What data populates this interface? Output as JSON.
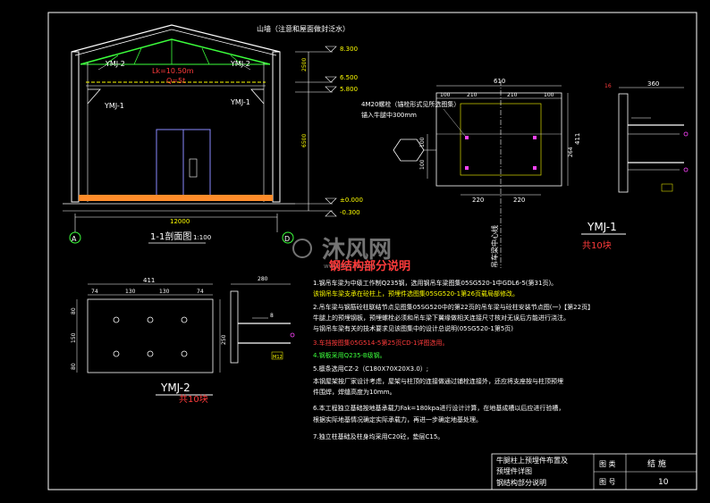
{
  "section_view": {
    "roof_note": "山墙（注意和屋面做封泛水）",
    "beam_left": "YMJ-2",
    "beam_right": "YMJ-2",
    "crane_span": "Lk=10.50m",
    "crane_load": "Q=5t",
    "bracket_left": "YMJ-1",
    "bracket_right": "YMJ-1",
    "elevations": [
      "8.300",
      "6.500",
      "5.800",
      "±0.000",
      "-0.300"
    ],
    "heights_vertical": [
      "2500",
      "6500"
    ],
    "span_dim": "12000",
    "axis_left": "A",
    "axis_right": "D",
    "title": "1-1剖面图",
    "scale": "1:100"
  },
  "ymj1": {
    "top_dim": "610",
    "sub_dims": [
      "100",
      "210",
      "210",
      "100"
    ],
    "bottom_dims": [
      "220",
      "220"
    ],
    "left_dims": [
      "100",
      "100"
    ],
    "side_dim": "264",
    "height_dim": "411",
    "bolt_note": "4M20螺栓（锚栓形式见所选图集）",
    "embed_note": "锚入牛腿中300mm",
    "vertical_label": "吊车梁中心线",
    "title": "YMJ-1",
    "count": "共10块",
    "right_top": "360",
    "right_side": "16"
  },
  "ymj2": {
    "top_dim": "411",
    "sub_dims": [
      "74",
      "130",
      "130",
      "74"
    ],
    "left_dims": [
      "80",
      "150",
      "80"
    ],
    "height_dim": "250",
    "right_top": "280",
    "right_mark": "8",
    "right_side": "M12",
    "title": "YMJ-2",
    "count": "共10块"
  },
  "watermark": {
    "text": "沐风网",
    "url": "www.mfcad.com"
  },
  "notes": {
    "title": "钢结构部分说明",
    "items": [
      "1.钢吊车梁为中级工作制Q235钢，选用钢吊车梁图集05SG520-1中GDL6-5(第31页)。",
      "  该钢吊车梁支承在砼柱上，预埋件选图集05SG520-1第26页载局部修改。",
      "2.吊车梁与钢筋砼柱联结节点见图集05SG520中的第22页的吊车梁与砼柱安装节点图(一)【第22页】",
      "  牛腿上的预埋钢板，预埋螺栓必须和吊车梁下翼缘做相关连接尺寸核对无误后方能进行浇注。",
      "  与钢吊车梁有关的技术要求见该图集中的设计总说明(05SG520-1第5页)",
      "3.车挡按图集05G514-5第25页CD-1详图选用。",
      "4.钢板采用Q235-B级钢。",
      "5.檩条选用CZ-2（C180X70X20X3.0）;",
      "  本钢屋架按厂家设计考虑，屋架与柱顶的连接做通过铺栓连接外，还应将支座按与柱顶预埋",
      "  件围焊，焊缝高度为10mm。",
      "6.本工程独立基础按地基承载力Fak=180kpa进行设计计算，在地基成槽以后应进行验槽，",
      "  根据实际地基情况确定实际承载力，再进一步确定地基处理。",
      "7.独立柱基础及柱身均采用C20砼，垫层C15。"
    ]
  },
  "title_block": {
    "drawing_name_1": "牛腿柱上预埋件布置及",
    "drawing_name_2": "预埋件详图",
    "drawing_name_3": "钢结构部分说明",
    "label_category": "图 类",
    "value_category": "结 施",
    "label_number": "图 号",
    "value_number": "10"
  }
}
